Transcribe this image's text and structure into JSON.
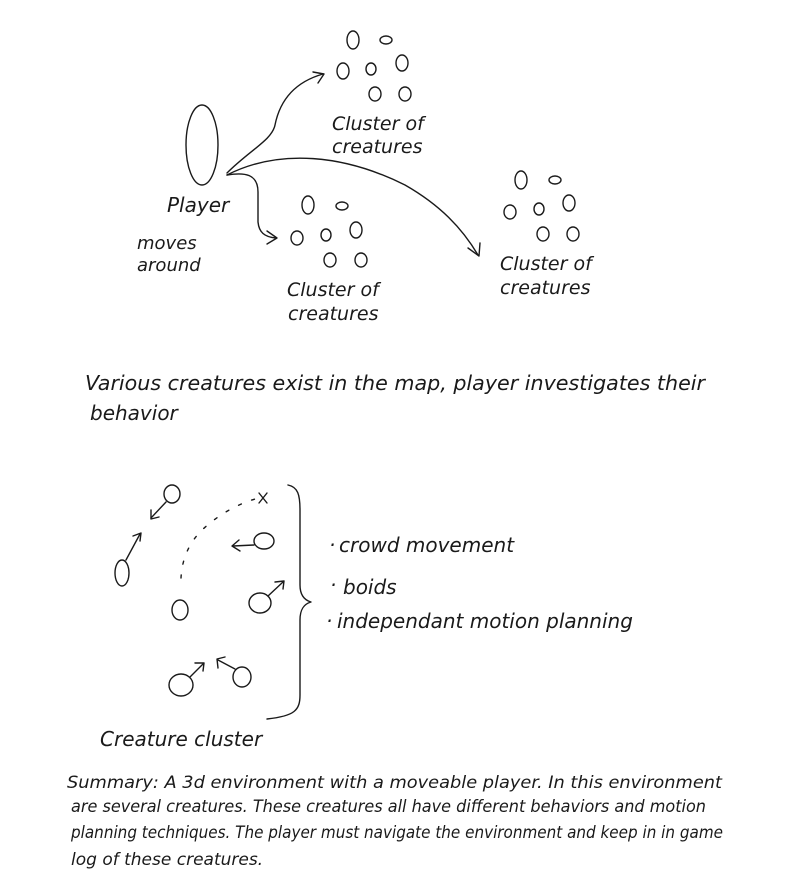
{
  "diagram_top": {
    "player_label": "Player",
    "player_note_line1": "moves",
    "player_note_line2": "around",
    "cluster_labels": [
      {
        "line1": "Cluster of",
        "line2": "creatures"
      },
      {
        "line1": "Cluster of",
        "line2": "creatures"
      },
      {
        "line1": "Cluster of",
        "line2": "creatures"
      }
    ],
    "caption_line1": "Various creatures exist in the map, player investigates their",
    "caption_line2": "behavior"
  },
  "diagram_bottom": {
    "bullets": [
      "crowd movement",
      "boids",
      "independant motion planning"
    ],
    "cluster_label": "Creature cluster"
  },
  "summary": {
    "lines": [
      "Summary: A 3d environment with a moveable player. In this environment",
      "are several creatures. These creatures all have different behaviors and motion",
      "planning techniques. The player must navigate the environment and keep in in game",
      "log of these creatures."
    ]
  }
}
